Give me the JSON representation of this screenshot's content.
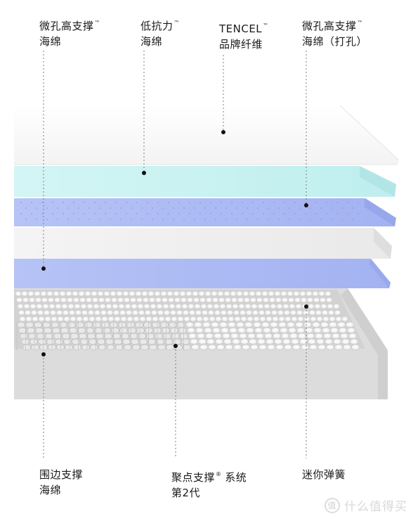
{
  "labels": {
    "top_micro_foam": {
      "line1": "微孔高支撑",
      "tm": "™",
      "line2": "海绵"
    },
    "low_resist_foam": {
      "line1": "低抗力",
      "tm": "™",
      "line2": "海绵"
    },
    "tencel": {
      "line1": "TENCEL",
      "tm": "™",
      "line2": "品牌纤维"
    },
    "micro_foam_perforated": {
      "line1": "微孔高支撑",
      "tm": "™",
      "line2": "海绵（打孔）"
    },
    "edge_support_foam": {
      "line1": "围边支撑",
      "line2": "海绵"
    },
    "pocket_support": {
      "line1": "聚点支撑",
      "reg": "®",
      "line1b": " 系统",
      "line2": "第2代"
    },
    "mini_springs": {
      "line1": "迷你弹簧"
    }
  },
  "watermark": {
    "logo_glyph": "值",
    "text": "什么值得买"
  },
  "colors": {
    "top_layer": "#fbfbfb",
    "aqua_layer": "#c9f1f1",
    "blue_layer": "#a9b8f3",
    "grey_layer": "#ededed",
    "base": "#d9d9d9",
    "leader": "#8a8a8a"
  }
}
